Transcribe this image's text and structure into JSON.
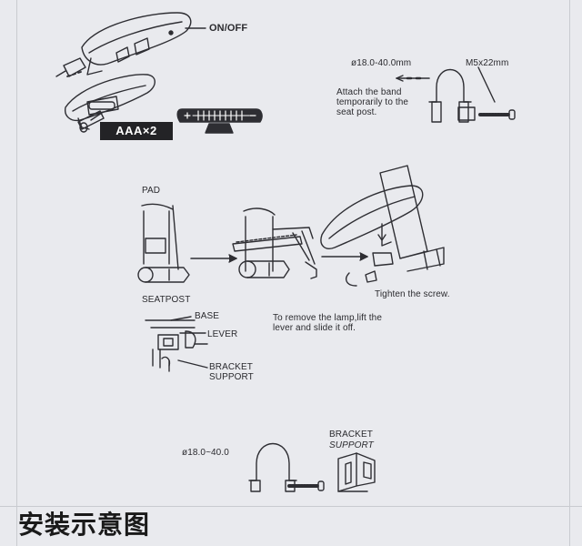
{
  "title": "安装示意图",
  "step_power": {
    "on_off_label": "ON/OFF",
    "battery_label": "AAA×2"
  },
  "step_band": {
    "diameter_label": "ø18.0-40.0mm",
    "screw_label": "M5x22mm",
    "instruction": "Attach the band\ntemporarily to the\nseat post."
  },
  "step_mount": {
    "pad_label": "PAD",
    "seatpost_label": "SEATPOST",
    "tighten_label": "Tighten the screw."
  },
  "step_parts": {
    "base_label": "BASE",
    "lever_label": "LEVER",
    "bracket_support_label": "BRACKET\nSUPPORT",
    "remove_instruction": "To remove the lamp,lift the\nlever and slide it off."
  },
  "step_kit": {
    "diameter_label": "ø18.0~40.0",
    "bracket_label": "BRACKET",
    "support_label": "SUPPORT"
  }
}
